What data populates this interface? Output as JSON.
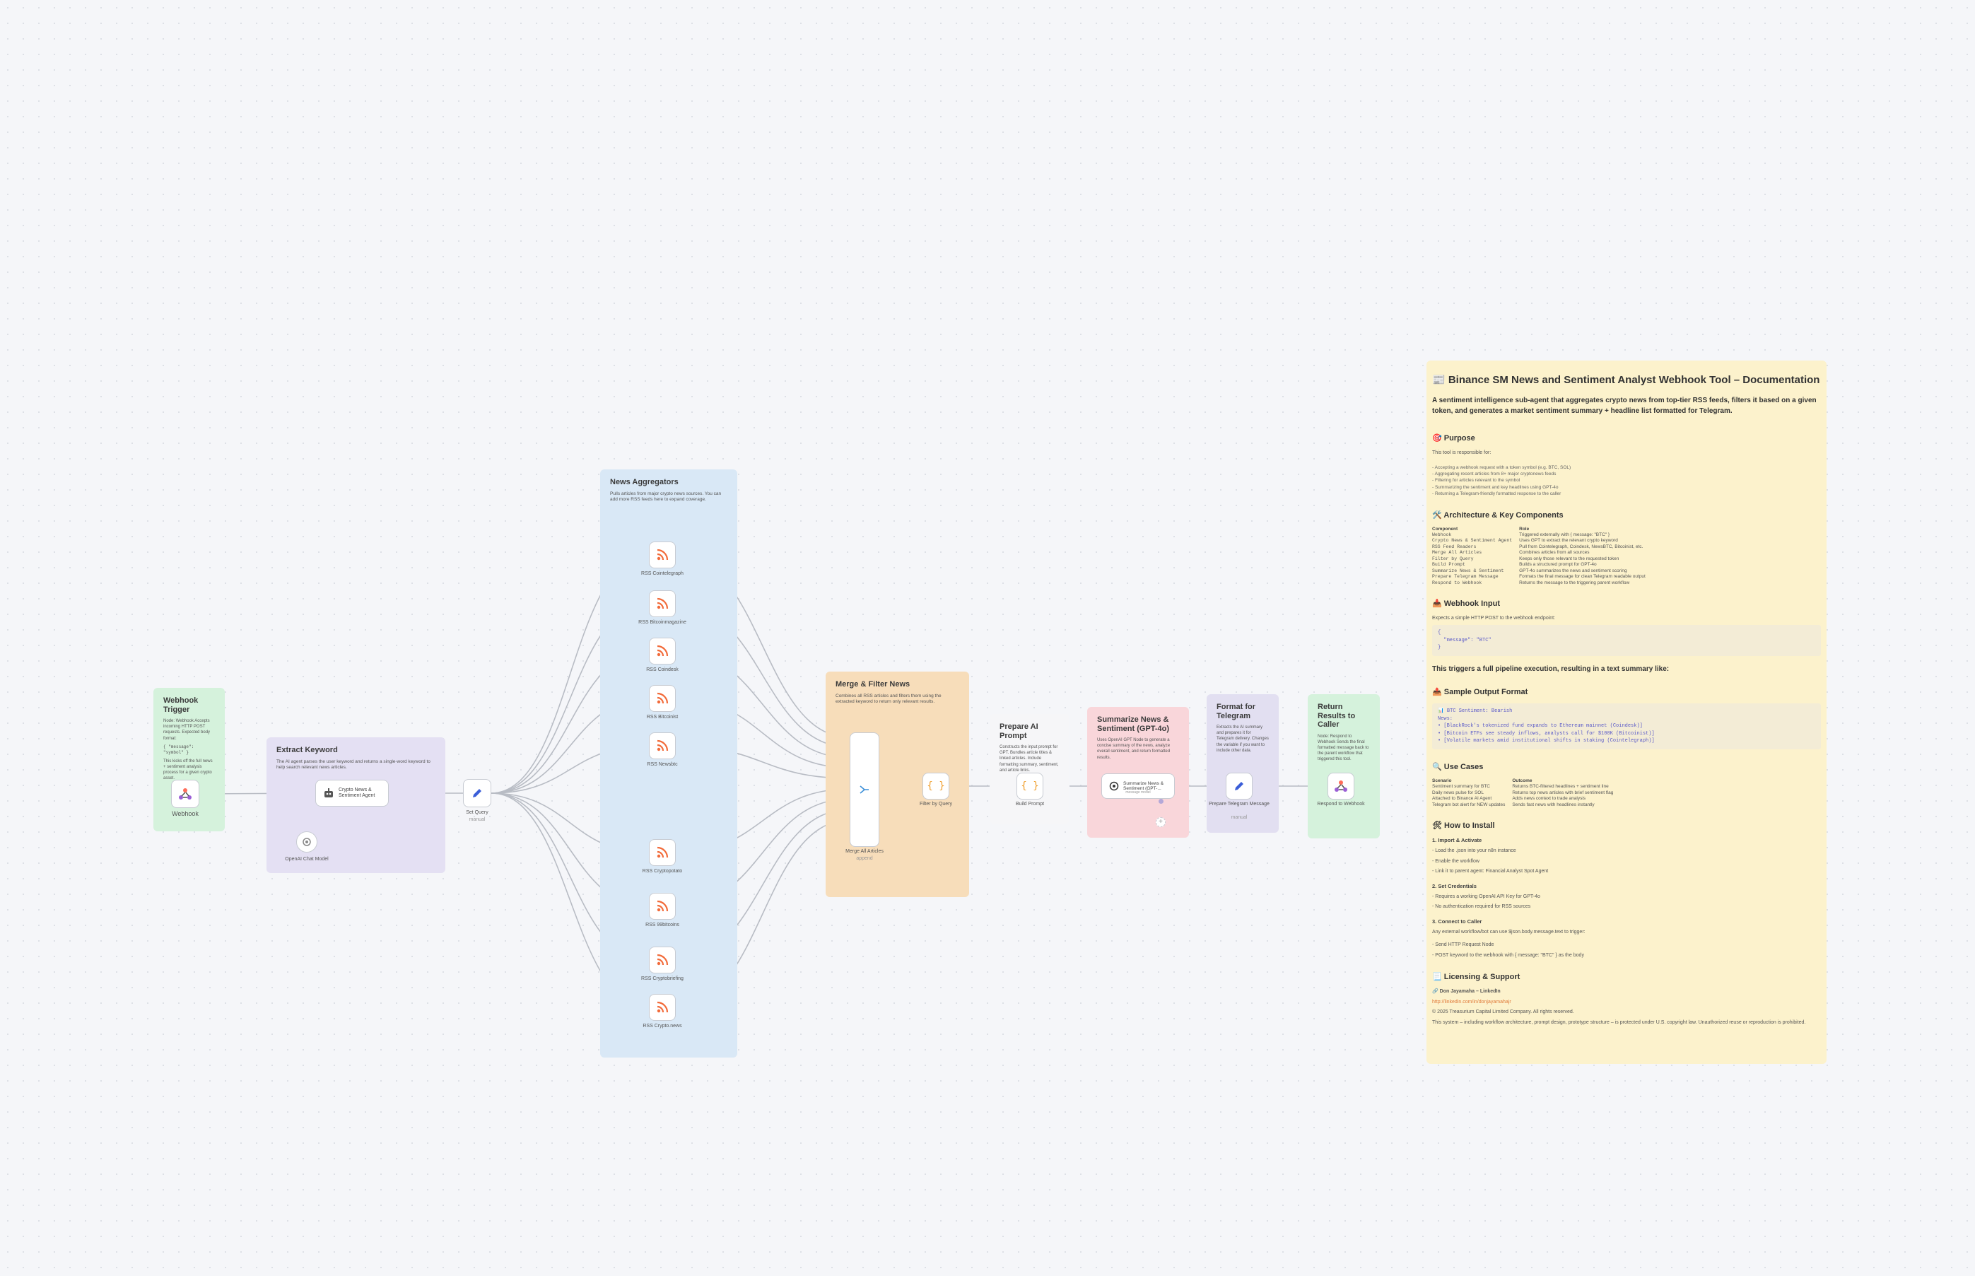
{
  "stickies": {
    "webhook_trigger": {
      "title": "Webhook Trigger",
      "body": "Node: Webhook Accepts incoming HTTP POST requests. Expected body format:",
      "code": "{ \"message\": \"symbol\" }",
      "note": "This kicks off the full news + sentiment analysis process for a given crypto asset."
    },
    "extract_keyword": {
      "title": "Extract Keyword",
      "body": "The AI agent parses the user keyword and returns a single-word keyword to help search relevant news articles."
    },
    "news_aggregators": {
      "title": "News Aggregators",
      "body": "Pulls articles from major crypto news sources. You can add more RSS feeds here to expand coverage."
    },
    "merge_filter": {
      "title": "Merge & Filter News",
      "body": "Combines all RSS articles and filters them using the extracted keyword to return only relevant results."
    },
    "prepare_prompt": {
      "title": "Prepare AI Prompt",
      "body": "Constructs the input prompt for GPT. Bundles article titles & linked articles. Include formatting summary, sentiment, and article links."
    },
    "summarize": {
      "title": "Summarize News & Sentiment (GPT-4o)",
      "body": "Uses OpenAI GPT Node to generate a concise summary of the news, analyze overall sentiment, and return formatted results."
    },
    "format_telegram": {
      "title": "Format for Telegram",
      "body": "Extracts the AI summary and prepares it for Telegram delivery. Changes the variable if you want to include other data."
    },
    "return_results": {
      "title": "Return Results to Caller",
      "body": "Node: Respond to Webhook Sends the final formatted message back to the parent workflow that triggered this tool."
    }
  },
  "nodes": {
    "webhook": {
      "label": "Webhook"
    },
    "agent": {
      "label": "Crypto News & Sentiment Agent"
    },
    "chat_model": {
      "label": "OpenAI Chat Model"
    },
    "set_query": {
      "label": "Set Query",
      "sub": "manual"
    },
    "rss": [
      {
        "label": "RSS Cointelegraph"
      },
      {
        "label": "RSS Bitcoinmagazine"
      },
      {
        "label": "RSS Coindesk"
      },
      {
        "label": "RSS Bitcoinist"
      },
      {
        "label": "RSS Newsbtc"
      },
      {
        "label": "RSS Cryptopotato"
      },
      {
        "label": "RSS 99bitcoins"
      },
      {
        "label": "RSS Cryptobriefing"
      },
      {
        "label": "RSS Crypto.news"
      }
    ],
    "merge": {
      "label": "Merge All Articles",
      "sub": "append"
    },
    "filter": {
      "label": "Filter by Query"
    },
    "build_prompt": {
      "label": "Build Prompt"
    },
    "summarize": {
      "label": "Summarize News & Sentiment (GPT-...",
      "sub": "message model"
    },
    "prepare_telegram": {
      "label": "Prepare Telegram Message",
      "sub": "manual"
    },
    "respond": {
      "label": "Respond to Webhook"
    }
  },
  "doc": {
    "title": "📰 Binance SM News and Sentiment Analyst Webhook Tool – Documentation",
    "intro": "A sentiment intelligence sub-agent that aggregates crypto news from top-tier RSS feeds, filters it based on a given token, and generates a market sentiment summary + headline list formatted for Telegram.",
    "purpose": {
      "heading": "🎯 Purpose",
      "lead": "This tool is responsible for:",
      "items": [
        "- Accepting a webhook request with a token symbol (e.g. BTC, SOL)",
        "- Aggregating recent articles from 8+ major cryptonews feeds",
        "- Filtering for articles relevant to the symbol",
        "- Summarizing the sentiment and key headlines using GPT-4o",
        "- Returning a Telegram-friendly formatted response to the caller"
      ]
    },
    "arch": {
      "heading": "🛠️ Architecture & Key Components",
      "col1": "Component",
      "col2": "Role",
      "rows": [
        [
          "Webhook",
          "Triggered externally with { message: \"BTC\" }"
        ],
        [
          "Crypto News & Sentiment Agent",
          "Uses GPT to extract the relevant crypto keyword"
        ],
        [
          "RSS Feed Readers",
          "Pull from Cointelegraph, Coindesk, NewsBTC, Bitcoinist, etc."
        ],
        [
          "Merge All Articles",
          "Combines articles from all sources"
        ],
        [
          "Filter by Query",
          "Keeps only those relevant to the requested token"
        ],
        [
          "Build Prompt",
          "Builds a structured prompt for GPT-4o"
        ],
        [
          "Summarize News & Sentiment",
          "GPT-4o summarizes the news and sentiment scoring"
        ],
        [
          "Prepare Telegram Message",
          "Formats the final message for clean Telegram readable output"
        ],
        [
          "Respond to Webhook",
          "Returns the message to the triggering parent workflow"
        ]
      ]
    },
    "input": {
      "heading": "📥 Webhook Input",
      "lead": "Expects a simple HTTP POST to the webhook endpoint:",
      "code": [
        "{",
        "  \"message\": \"BTC\"",
        "}"
      ]
    },
    "triggers": "This triggers a full pipeline execution, resulting in a text summary like:",
    "output": {
      "heading": "📤 Sample Output Format",
      "code": [
        "📊 BTC Sentiment: Bearish",
        "News:",
        "• [BlackRock's tokenized fund expands to Ethereum mainnet (Coindesk)]",
        "• [Bitcoin ETFs see steady inflows, analysts call for $100K (Bitcoinist)]",
        "• [Volatile markets amid institutional shifts in staking (Cointelegraph)]"
      ]
    },
    "use_cases": {
      "heading": "🔍 Use Cases",
      "col1": "Scenario",
      "col2": "Outcome",
      "rows": [
        [
          "Sentiment summary for BTC",
          "Returns BTC-filtered headlines + sentiment line"
        ],
        [
          "Daily news pulse for SOL",
          "Returns top news articles with brief sentiment flag"
        ],
        [
          "Attached to Binance AI Agent",
          "Adds news context to trade analysis"
        ],
        [
          "Telegram bot alert for NEW updates",
          "Sends fast news with headlines instantly"
        ]
      ]
    },
    "install": {
      "heading": "🛠 How to Install",
      "s1": "1. Import & Activate",
      "s1_items": [
        "- Load the .json into your n8n instance",
        "- Enable the workflow",
        "- Link it to parent agent: Financial Analyst Spot Agent"
      ],
      "s2": "2. Set Credentials",
      "s2_items": [
        "- Requires a working OpenAI API Key for GPT-4o",
        "- No authentication required for RSS sources"
      ],
      "s3": "3. Connect to Caller",
      "s3_lead": "Any external workflow/bot can use $json.body.message.text to trigger:",
      "s3_items": [
        "- Send HTTP Request Node",
        "- POST keyword to the webhook with { message: \"BTC\" } as the body"
      ]
    },
    "license": {
      "heading": "📃 Licensing & Support",
      "author": "🔗 Don Jayamaha – LinkedIn",
      "link": "http://linkedin.com/in/donjayamahajr",
      "copyright": "© 2025 Treasurium Capital Limited Company. All rights reserved.",
      "notice": "This system – including workflow architecture, prompt design, prototype structure – is protected under U.S. copyright law. Unauthorized reuse or reproduction is prohibited."
    }
  },
  "colors": {
    "wire": "#b8bcc4",
    "rss": "#f26b3a",
    "accent": "#ff6d5a",
    "edit": "#3b5ed8"
  },
  "icons": [
    "webhook-icon",
    "robot-icon",
    "rss-icon",
    "pencil-icon",
    "merge-icon",
    "code-icon",
    "openai-icon",
    "plus-icon"
  ]
}
